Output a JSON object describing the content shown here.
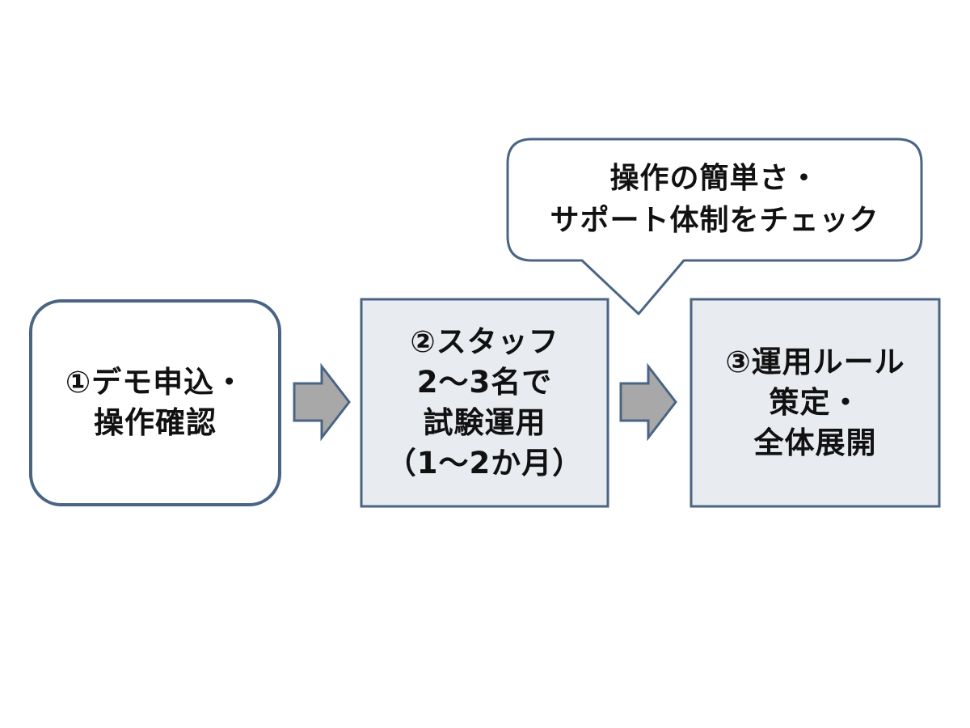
{
  "colors": {
    "border": "#4a6584",
    "step1_fill": "#ffffff",
    "step_fill": "#e8ebf0",
    "arrow_fill": "#a8a8a8",
    "arrow_stroke": "#4a6584",
    "text": "#111111"
  },
  "steps": [
    {
      "lines": [
        "①デモ申込・",
        "操作確認"
      ]
    },
    {
      "lines": [
        "②スタッフ",
        "2〜3名で",
        "試験運用",
        "（1〜2か月）"
      ]
    },
    {
      "lines": [
        "③運用ルール",
        "策定・",
        "全体展開"
      ]
    }
  ],
  "callout": {
    "lines": [
      "操作の簡単さ・",
      "サポート体制をチェック"
    ]
  }
}
